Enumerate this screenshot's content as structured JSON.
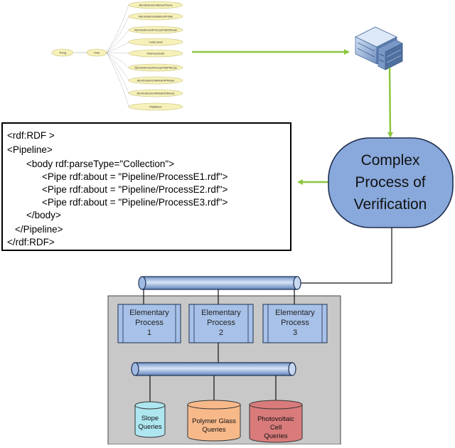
{
  "ontology": {
    "root": "Thing",
    "center": "Tuile",
    "children": [
      "AEmbotemenrBetonPlume",
      "AEmboitementBetonProfile",
      "AEmboitementPureauPlatOMoule",
      "TuileCanal",
      "PlatFaceDulle",
      "AEmboitementPureauPlatPMoule",
      "AEmboitementAReliefPMoule",
      "AEmboitementAReliefOMoule",
      "PlatBeton"
    ]
  },
  "rdf": {
    "lines": [
      "<rdf:RDF >",
      "<Pipeline>",
      "<body rdf:parseType=\"Collection\">",
      "<Pipe rdf:about = \"Pipeline/ProcessE1.rdf\">",
      "<Pipe rdf:about = \"Pipeline/ProcessE2.rdf\">",
      "<Pipe rdf:about = \"Pipeline/ProcessE3.rdf\">",
      "</body>",
      "</Pipeline>",
      "</rdf:RDF>"
    ]
  },
  "complex_process": {
    "line1": "Complex",
    "line2": "Process of",
    "line3": "Verification"
  },
  "elementary_processes": [
    {
      "line1": "Elementary",
      "line2": "Process",
      "line3": "1"
    },
    {
      "line1": "Elementary",
      "line2": "Process",
      "line3": "2"
    },
    {
      "line1": "Elementary",
      "line2": "Process",
      "line3": "3"
    }
  ],
  "databases": [
    {
      "line1": "Slope",
      "line2": "Queries",
      "line3": "",
      "color": "#aee6f0"
    },
    {
      "line1": "Polymer Glass",
      "line2": "Queries",
      "line3": "",
      "color": "#f8b98a"
    },
    {
      "line1": "Photovoltaic",
      "line2": "Cell",
      "line3": "Queries",
      "color": "#d97b7b"
    }
  ],
  "colors": {
    "arrow": "#8cc63f",
    "complex_fill": "#89a9dc",
    "process_fill": "#a7c1e8",
    "pipe_fill": "#8fb0dd",
    "panel_fill": "#c8c8c8"
  }
}
